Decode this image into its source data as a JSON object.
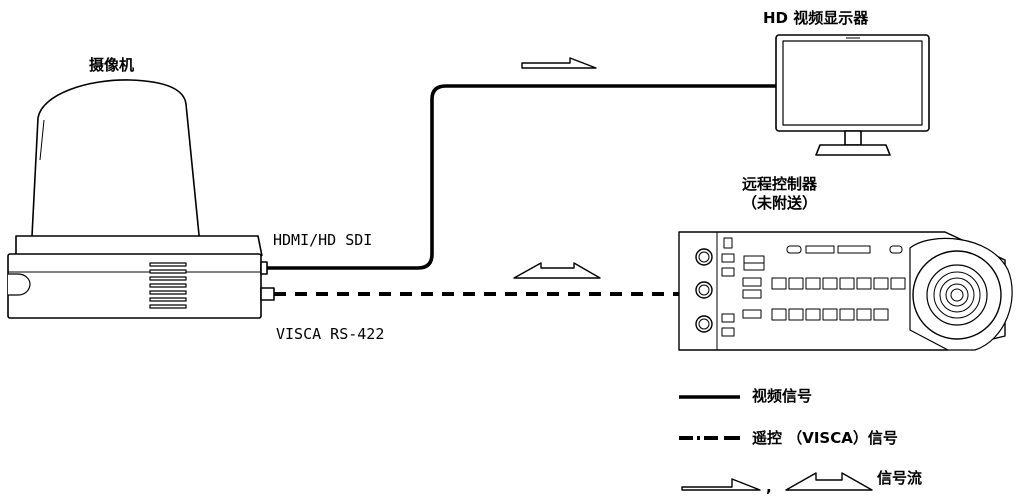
{
  "labels": {
    "camera": "摄像机",
    "monitor": "HD 视频显示器",
    "controller_line1": "远程控制器",
    "controller_line2": "（未附送）",
    "hdmi": "HDMI/HD SDI",
    "visca": "VISCA RS-422"
  },
  "legend": {
    "video": "视频信号",
    "remote": "遥控 （VISCA）信号",
    "comma": ",",
    "flow": "信号流"
  },
  "colors": {
    "line": "#000000",
    "background": "#ffffff"
  }
}
